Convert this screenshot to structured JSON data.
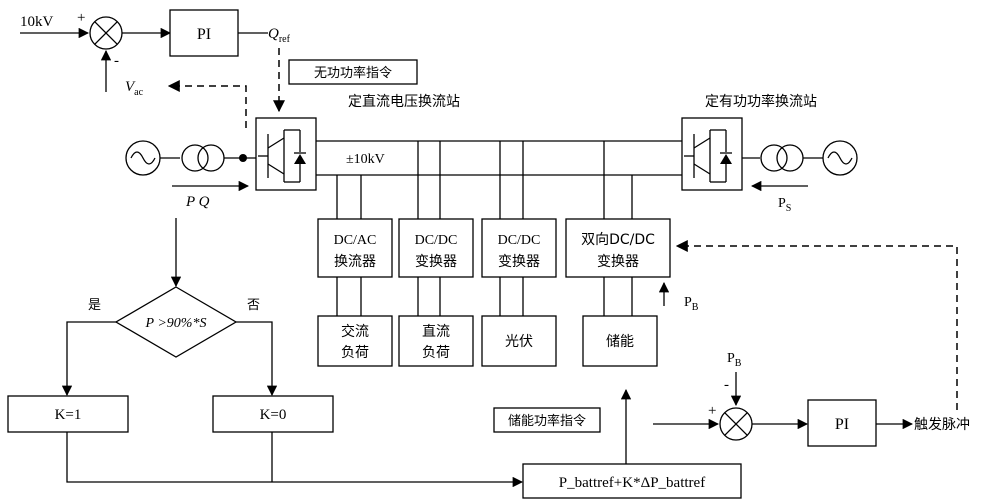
{
  "labels": {
    "input_10kv": "10kV",
    "plus": "+",
    "minus": "-",
    "pi_top": "PI",
    "q_ref_main": "Q",
    "q_ref_sub": "ref",
    "vac_main": "V",
    "vac_sub": "ac",
    "reactive_cmd": "无功功率指令",
    "station_dc_voltage": "定直流电压换流站",
    "station_active_power": "定有功功率换流站",
    "bus_voltage": "±10kV",
    "pq_label": "P Q",
    "ps_main": "P",
    "ps_sub": "S",
    "pb_main": "P",
    "pb_sub": "B",
    "decision": "P >90%*S",
    "yes": "是",
    "no": "否",
    "k1": "K=1",
    "k0": "K=0",
    "formula": "P_battref+K*ΔP_battref",
    "storage_cmd": "储能功率指令",
    "pi_bottom": "PI",
    "trigger_pulse": "触发脉冲"
  },
  "converters": [
    {
      "line1": "DC/AC",
      "line2": "换流器"
    },
    {
      "line1": "DC/DC",
      "line2": "变换器"
    },
    {
      "line1": "DC/DC",
      "line2": "变换器"
    },
    {
      "line1": "双向DC/DC",
      "line2": "变换器"
    }
  ],
  "loads": [
    {
      "line1": "交流",
      "line2": "负荷"
    },
    {
      "line1": "直流",
      "line2": "负荷"
    },
    {
      "line1": "光伏",
      "line2": ""
    },
    {
      "line1": "储能",
      "line2": ""
    }
  ]
}
